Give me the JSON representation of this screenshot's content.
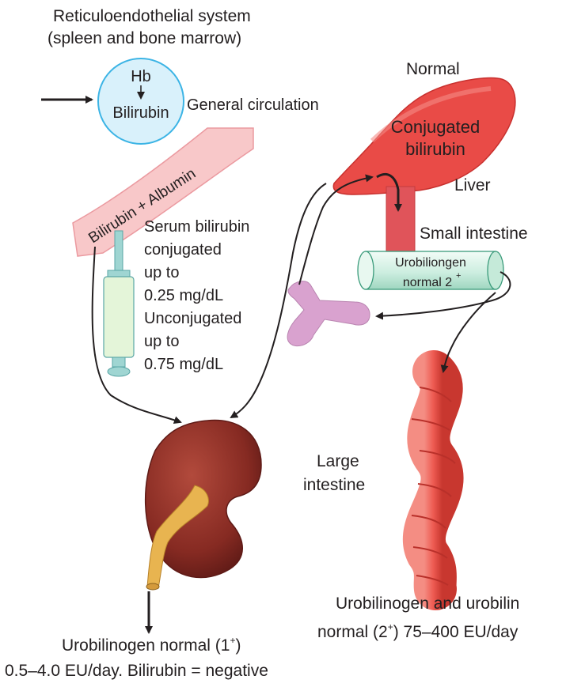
{
  "labels": {
    "res_line1": "Reticuloendothelial system",
    "res_line2": "(spleen and bone marrow)",
    "hb": "Hb",
    "bilirubin": "Bilirubin",
    "general_circulation": "General circulation",
    "normal": "Normal",
    "conjugated_line1": "Conjugated",
    "conjugated_line2": "bilirubin",
    "liver": "Liver",
    "bilirubin_albumin": "Bilirubin + Albumin",
    "small_intestine": "Small intestine",
    "urobilinogen_tube_line1": "Urobiliongen",
    "urobilinogen_tube_line2": "normal 2",
    "urobilinogen_tube_sup": "+",
    "serum": [
      "Serum bilirubin",
      "conjugated",
      "up to",
      "0.25 mg/dL",
      "Unconjugated",
      "up to",
      "0.75 mg/dL"
    ],
    "large_intestine_line1": "Large",
    "large_intestine_line2": "intestine",
    "feces_line1": "Urobilinogen and urobilin",
    "feces_line2_pre": "normal (2",
    "feces_line2_sup": "+",
    "feces_line2_post": ") 75–400 EU/day",
    "urine_line1_pre": "Urobilinogen normal (1",
    "urine_line1_sup": "+",
    "urine_line1_post": ")",
    "urine_line2": "0.5–4.0 EU/day. Bilirubin = negative"
  },
  "colors": {
    "circle_fill": "#d9f1fb",
    "circle_stroke": "#3cb4e5",
    "liver": "#e94b47",
    "band": "#f8c8c9",
    "duct": "#e0545a",
    "tube": "#d5f2e6",
    "kidney": "#8e2c24",
    "ureter": "#e8b450",
    "colon": "#ef5b52",
    "receptor": "#d9a2cf",
    "syringe": "#9fd5d2"
  }
}
